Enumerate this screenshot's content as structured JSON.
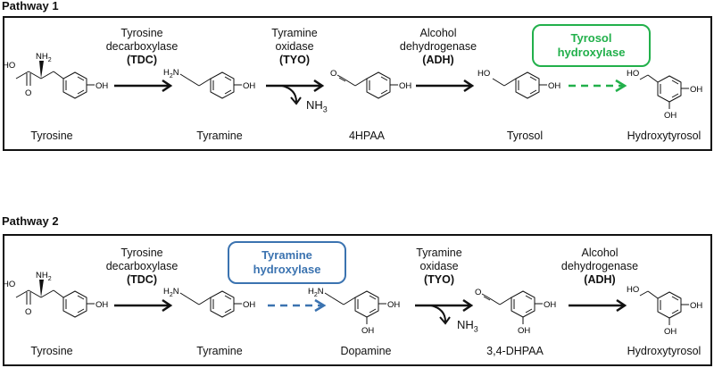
{
  "pathway1": {
    "title": "Pathway 1",
    "enzymes": [
      {
        "line1": "Tyrosine",
        "line2": "decarboxylase",
        "abbr": "(TDC)"
      },
      {
        "line1": "Tyramine",
        "line2": "oxidase",
        "abbr": "(TYO)"
      },
      {
        "line1": "Alcohol",
        "line2": "dehydrogenase",
        "abbr": "(ADH)"
      }
    ],
    "highlight": {
      "line1": "Tyrosol",
      "line2": "hydroxylase",
      "color": "#22b04b"
    },
    "compounds": [
      "Tyrosine",
      "Tyramine",
      "4HPAA",
      "Tyrosol",
      "Hydroxytyrosol"
    ],
    "byproduct": {
      "base": "NH",
      "sub": "3"
    }
  },
  "pathway2": {
    "title": "Pathway 2",
    "enzymes": [
      {
        "line1": "Tyrosine",
        "line2": "decarboxylase",
        "abbr": "(TDC)"
      },
      {
        "line1": "Tyramine",
        "line2": "oxidase",
        "abbr": "(TYO)"
      },
      {
        "line1": "Alcohol",
        "line2": "dehydrogenase",
        "abbr": "(ADH)"
      }
    ],
    "highlight": {
      "line1": "Tyramine",
      "line2": "hydroxylase",
      "color": "#3b73b0"
    },
    "compounds": [
      "Tyrosine",
      "Tyramine",
      "Dopamine",
      "3,4-DHPAA",
      "Hydroxytyrosol"
    ],
    "byproduct": {
      "base": "NH",
      "sub": "3"
    }
  },
  "atoms": {
    "ho": "HO",
    "oh": "OH",
    "o": "O",
    "nh2": "NH",
    "h2n": "H",
    "two": "2",
    "n": "N"
  }
}
